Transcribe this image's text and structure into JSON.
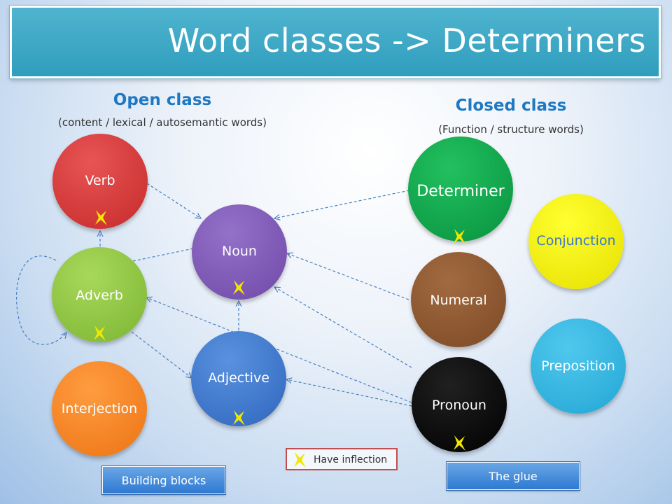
{
  "title": "Word classes -> Determiners",
  "open_class": {
    "heading": "Open class",
    "subheading": "(content / lexical / autosemantic words)"
  },
  "closed_class": {
    "heading": "Closed class",
    "subheading": "(Function / structure words)"
  },
  "nodes": {
    "verb": "Verb",
    "adverb": "Adverb",
    "interjection": "Interjection",
    "noun": "Noun",
    "adjective": "Adjective",
    "determiner": "Determiner",
    "numeral": "Numeral",
    "pronoun": "Pronoun",
    "conjunction": "Conjunction",
    "preposition": "Preposition"
  },
  "colors": {
    "verb": "#d63232",
    "adverb": "#8cc43c",
    "interjection": "#f2801e",
    "noun": "#7f58b4",
    "adjective": "#3a76cc",
    "determiner": "#0aa24a",
    "numeral": "#8a5530",
    "pronoun": "#000000",
    "conjunction": "#f0ea00",
    "preposition": "#2fb4dd",
    "star": "#f2e600"
  },
  "legend": {
    "label": "Have inflection"
  },
  "buttons": {
    "building_blocks": "Building blocks",
    "the_glue": "The glue"
  }
}
